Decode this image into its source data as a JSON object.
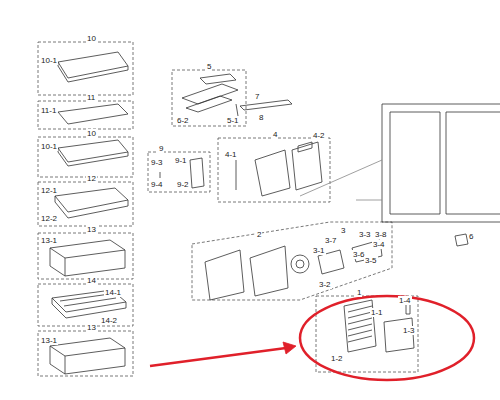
{
  "diagram": {
    "labels": [
      "10",
      "10-1",
      "11",
      "11-1",
      "10",
      "10-1",
      "12",
      "12-1",
      "12-2",
      "13-1",
      "13",
      "14",
      "14-1",
      "14-2",
      "13",
      "13-1",
      "5",
      "6-2",
      "5-1",
      "7",
      "8",
      "4",
      "4-2",
      "4-1",
      "9",
      "9-3",
      "9-1",
      "9-4",
      "9-2",
      "2",
      "3",
      "3-3",
      "3-8",
      "3-7",
      "3-4",
      "3-1",
      "3-6",
      "3-5",
      "3-2",
      "1",
      "1-4",
      "1-1",
      "1-3",
      "1-2",
      "6"
    ]
  }
}
